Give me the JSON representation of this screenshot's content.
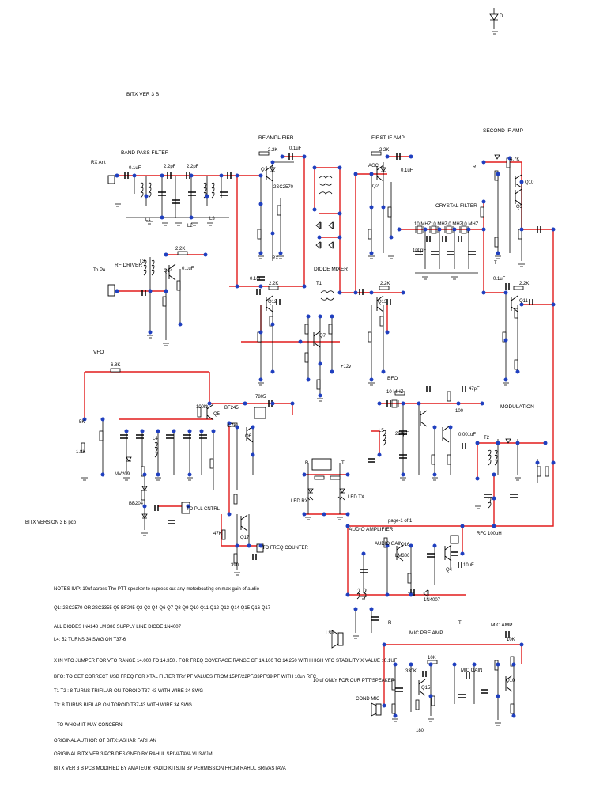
{
  "title": "BITX VER 3 B",
  "pcb_label": "BITX VERSION 3 B pcb",
  "page_label": "page-1 of 1",
  "sections": {
    "band_pass_filter": "BAND PASS FILTER",
    "rf_amplifier": "RF AMPLIFIER",
    "first_if_amp": "FIRST IF AMP",
    "second_if_amp": "SECOND IF AMP",
    "crystal_filter": "CRYSTAL FILTER",
    "diode_mixer": "DIODE MIXER",
    "rf_driver": "RF DRIVER",
    "vfo": "VFO",
    "bfo": "BFO",
    "modulation": "MODULATION",
    "audio_amplifier": "AUDIO AMPLIFIER",
    "audio_gain": "AUDIO GAIN",
    "mic_pre_amp": "MIC PRE AMP",
    "mic_amp": "MIC AMP",
    "mic_gain": "MIC GAIN"
  },
  "ports": {
    "rx_ant": "RX Ant",
    "to_pa": "To PA",
    "to_pll": "TO PLL CNTRL",
    "to_freq": "TO FREQ COUNTER",
    "cond_mic": "COND MIC",
    "ls1": "LS1",
    "led_rx": "LED RX",
    "led_tx": "LED TX"
  },
  "components": {
    "q1": "Q1",
    "q2": "Q2",
    "q3": "Q3",
    "q4": "Q4",
    "q5": "Q5",
    "q6": "Q6",
    "q7": "Q7",
    "q10": "Q10",
    "q11": "Q11",
    "q12": "Q12",
    "q13": "Q13",
    "q14": "Q14",
    "q15": "Q15",
    "q16": "Q16",
    "q17": "Q17",
    "t1": "T1",
    "t2": "T2",
    "t3": "T3",
    "l1": "L1",
    "l2": "L2",
    "l3": "L3",
    "l4": "L4",
    "l5": "L5",
    "d": "D",
    "c_01uf": "0.1uF",
    "c_22pf": "2.2pF",
    "c_100pf": "100pF",
    "c_220pf": "220pF",
    "c_47pf": "47pF",
    "c_10uf": "10uF",
    "c_0001uf": "0.001uF",
    "c_39pf": "39pF",
    "r_22k": "2.2K",
    "r_47k": "4.7K",
    "r_1k": "1K",
    "r_10k": "10K",
    "r_100k": "100K",
    "r_220": "220",
    "r_100": "100",
    "r_10": "10",
    "r_68k": "6.8K",
    "r_5k": "5K",
    "r_1_8k": "1.8K",
    "r_47k_big": "47K",
    "r_390": "390",
    "r_330k": "330K",
    "r_180": "180",
    "xtal": "10 MHZ",
    "ic_7805": "7805",
    "ic_7806": "7806",
    "lm386": "LM386",
    "bf245": "BF245",
    "sc2570": "2SC2570",
    "mv209": "MV209",
    "bb204": "BB204",
    "rfc": "RFC 100uH",
    "v12": "+12v",
    "rx": "RX",
    "tx": "TX",
    "r": "R",
    "t": "T",
    "agc": "AGC",
    "in4007": "1N4007"
  },
  "notes": {
    "line1": "NOTES    IMP: 10uf across The PTT speaker to supress out any  motorboating on max gain of audio",
    "line2": "Q1: 2SC2570 OR 2SC3355  Q5 BF245   Q2 Q3 Q4 Q6 Q7 Q8 Q9 Q10 Q11 Q12 Q13 Q14 Q15 Q16 Q17",
    "line3": "ALL DIODES IN4148     LM 386 SUPPLY LINE DIODE  1N4007",
    "line4": "L4: 52 TURNS 34 SWG ON T37-6",
    "line5": "X IN VFO   JUMPER FOR VFO RANGE 14.000 TO 14.350 .    FOR FREQ COVERAGE RANGE OF 14.100 TO 14.250 WITH HIGH VFO STABILITY X VALUE : 0.1UF",
    "line6": "BFO: TO GET CORRECT USB FREQ FOR XTAL FILTER TRY PF VALUES FROM 15PF/22PF/33PF/39 PF WITH 10uh RFC",
    "line7": "T1 T2 :   8 TURNS TRIFILAR ON TOROID T37-43  WITH WIRE 34 SWG",
    "line8": "T3: 8 TURNS BIFILAR ON TOROID T37-43 WITH WIRE 34 SWG",
    "line9": "TO WHOM IT MAY CONCERN",
    "line10": "ORIGINAL AUTHOR OF BITX: ASHAR FARHAN",
    "line11": "ORIGINAL BITX VER 3 PCB DESIGNED BY  RAHUL SRIVATAVA VU3WJM",
    "line12": "BITX VER 3 B PCB MODIFIED BY  AMATEUR RADIO KITS.IN BY PERMISSION FROM RAHUL SRIVASTAVA",
    "ptt_note": "10 uf ONLY FOR OUR PTT/SPEAKER"
  }
}
